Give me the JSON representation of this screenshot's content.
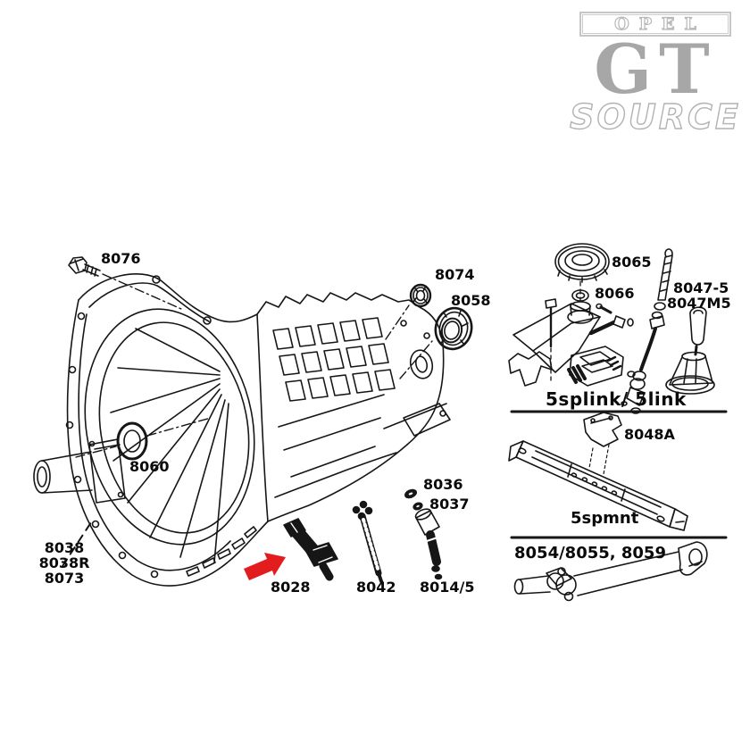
{
  "logo": {
    "opel": "OPEL",
    "gt": "GT",
    "source": "SOURCE"
  },
  "labels": {
    "l8076": "8076",
    "l8074": "8074",
    "l8058": "8058",
    "l8060": "8060",
    "l8038": "8038",
    "l8038R": "8038R",
    "l8073": "8073",
    "l8028": "8028",
    "l8042": "8042",
    "l8036": "8036",
    "l8037": "8037",
    "l8014_5": "8014/5",
    "l8065": "8065",
    "l8066": "8066",
    "l8047_5": "8047-5",
    "l8047M5": "8047M5",
    "shifter_caption": "5splink/ 5link",
    "l8048A": "8048A",
    "mount_caption": "5spmnt",
    "driveshaft_caption": "8054/8055, 8059"
  },
  "colors": {
    "line_black": "#161616",
    "arrow_red": "#e31d1d",
    "logo_gray": "#a7a7a7",
    "logo_outline_gray": "#b9b9b9"
  }
}
